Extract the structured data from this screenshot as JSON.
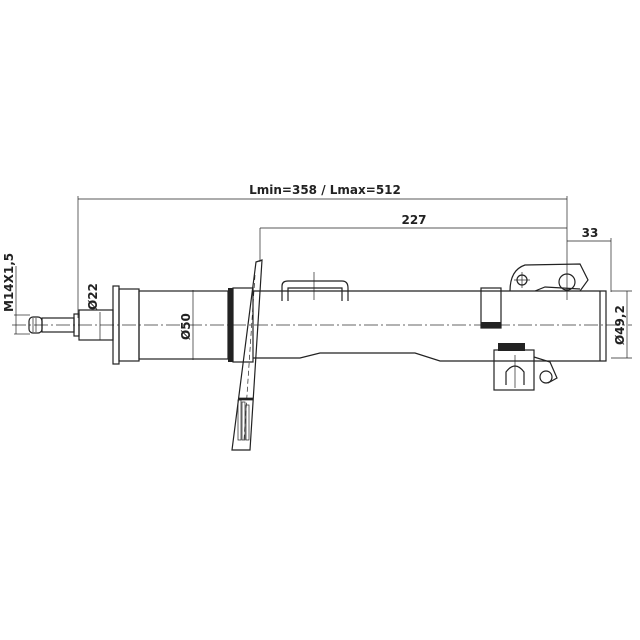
{
  "dimensions": {
    "length": "Lmin=358 / Lmax=512",
    "mount_distance": "227",
    "end_offset": "33",
    "thread": "M14X1,5",
    "rod_diameter": "Ø22",
    "body_diameter": "Ø50",
    "tube_diameter": "Ø49,2"
  }
}
